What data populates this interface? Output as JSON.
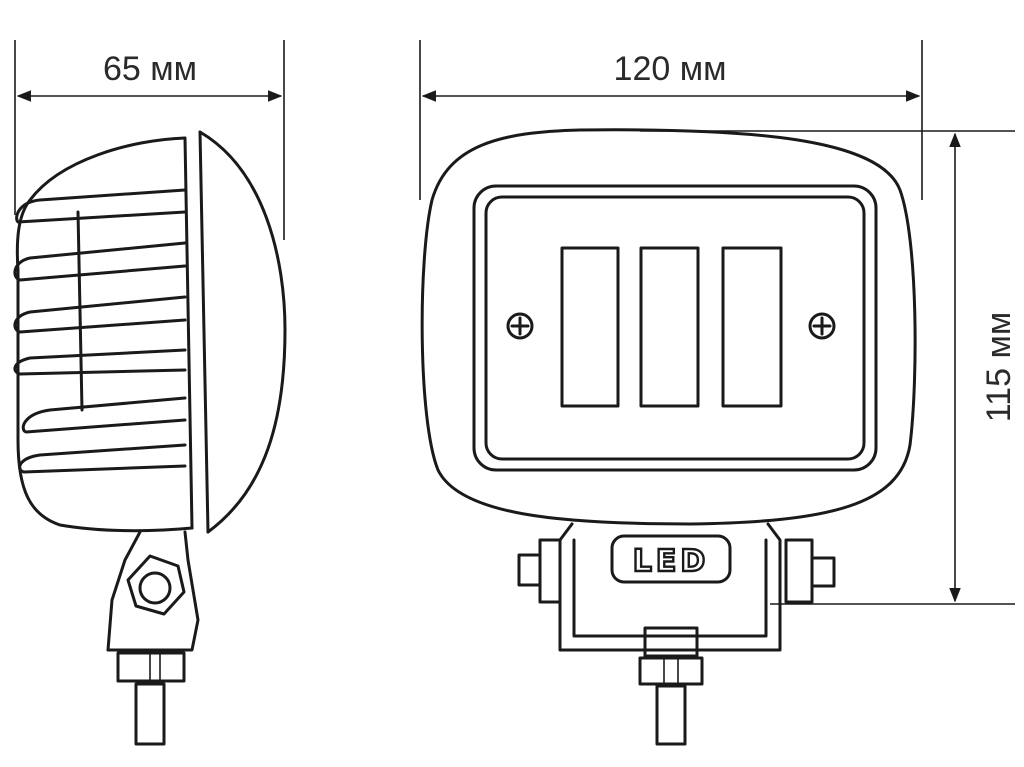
{
  "dimensions": {
    "side_width": "65 мм",
    "front_width": "120 мм",
    "front_height": "115 мм"
  },
  "badge": {
    "text": "LED"
  },
  "colors": {
    "line": "#1a1a1a",
    "background": "#ffffff"
  }
}
